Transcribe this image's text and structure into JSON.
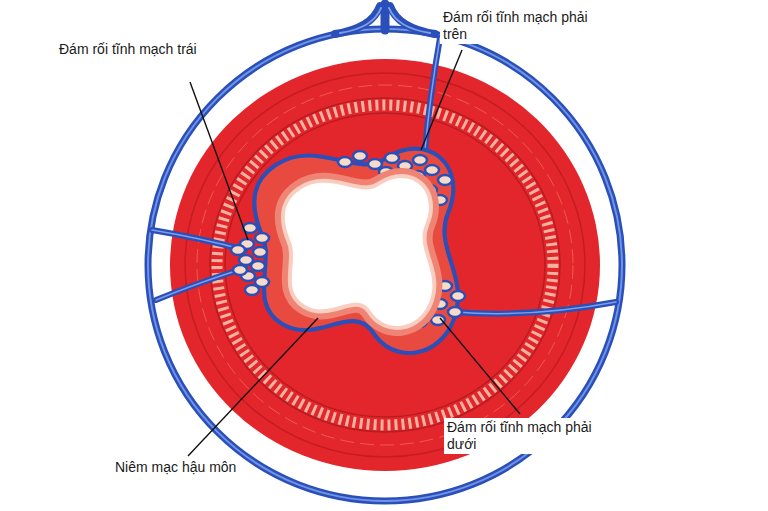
{
  "diagram": {
    "labels": [
      "Đám rối tĩnh mạch phải trên",
      "Đám rối tĩnh mạch trái",
      "Đám rối tĩnh mạch phải dưới",
      "Niêm mạc hậu môn"
    ]
  }
}
